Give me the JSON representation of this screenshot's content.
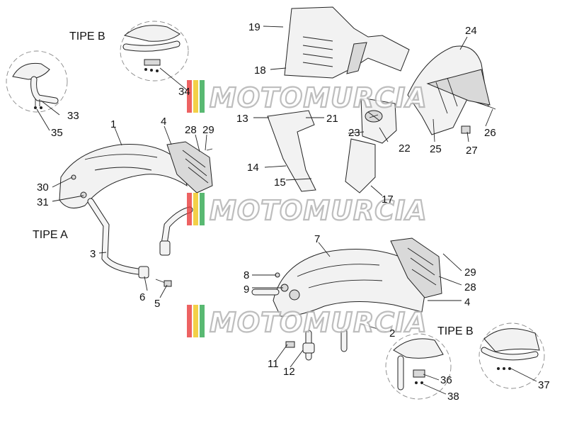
{
  "watermark": {
    "text": "MOTOMURCIA",
    "stripe_colors": [
      "#e83b3b",
      "#f0c419",
      "#2fa84f"
    ]
  },
  "variants": {
    "tipe_b_top": "TIPE B",
    "tipe_a": "TIPE A",
    "tipe_b_bottom": "TIPE B"
  },
  "callouts": {
    "n1": "1",
    "n2": "2",
    "n3": "3",
    "n4a": "4",
    "n4b": "4",
    "n5": "5",
    "n6": "6",
    "n7": "7",
    "n8": "8",
    "n9": "9",
    "n11": "11",
    "n12": "12",
    "n13": "13",
    "n14": "14",
    "n15": "15",
    "n17": "17",
    "n18": "18",
    "n19": "19",
    "n21": "21",
    "n22": "22",
    "n23": "23",
    "n24": "24",
    "n25": "25",
    "n26": "26",
    "n27": "27",
    "n28a": "28",
    "n28b": "28",
    "n29a": "29",
    "n29b": "29",
    "n30": "30",
    "n31": "31",
    "n33": "33",
    "n34": "34",
    "n35": "35",
    "n36": "36",
    "n37": "37",
    "n38": "38"
  }
}
